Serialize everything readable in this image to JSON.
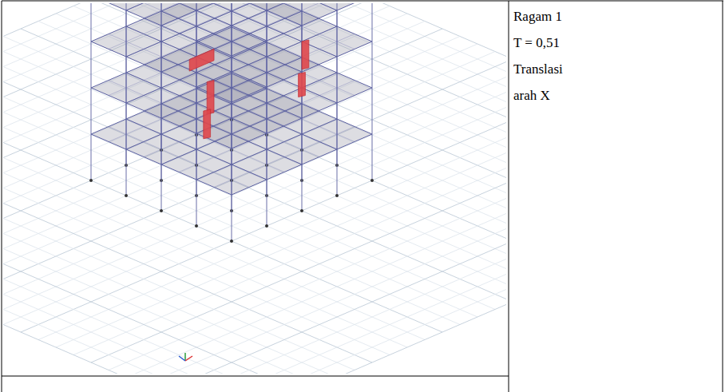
{
  "diagram": {
    "labels": [
      "Ragam 1",
      "T = 0,51",
      "Translasi",
      "arah X"
    ]
  }
}
